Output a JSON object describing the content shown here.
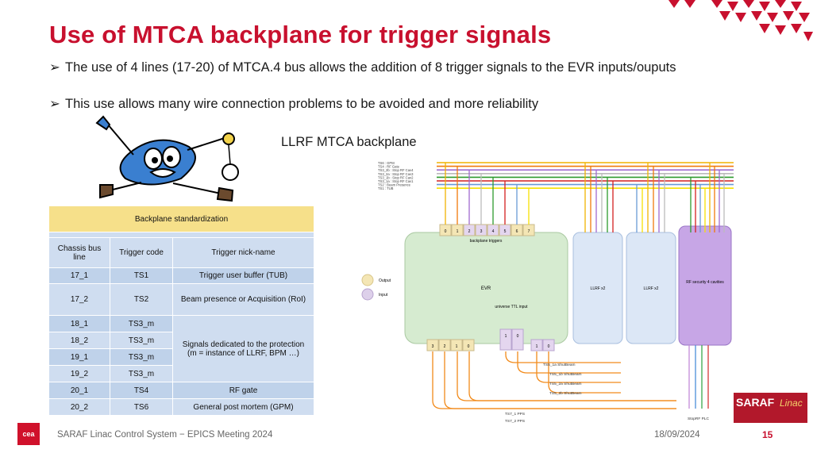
{
  "slide": {
    "title": "Use of MTCA backplane for trigger signals",
    "bullets": [
      "The use of 4 lines  (17-20) of MTCA.4 bus allows the addition of 8 trigger signals to the EVR inputs/ouputs",
      "This use allows many wire connection problems to be avoided and more reliability"
    ],
    "bullet_marker": "➢",
    "diagram_title": "LLRF MTCA backplane"
  },
  "table": {
    "header": "Backplane standardization",
    "columns": [
      "Chassis bus line",
      "Trigger code",
      "Trigger nick-name"
    ],
    "rows": [
      {
        "line": "17_1",
        "code": "TS1",
        "nick": "Trigger user buffer (TUB)"
      },
      {
        "line": "17_2",
        "code": "TS2",
        "nick": "Beam presence or Acquisition (RoI)"
      },
      {
        "line": "18_1",
        "code": "TS3_m"
      },
      {
        "line": "18_2",
        "code": "TS3_m"
      },
      {
        "line": "19_1",
        "code": "TS3_m"
      },
      {
        "line": "19_2",
        "code": "TS3_m"
      },
      {
        "line": "20_1",
        "code": "TS4",
        "nick": "RF gate"
      },
      {
        "line": "20_2",
        "code": "TS6",
        "nick": "General post mortem (GPM)"
      }
    ],
    "merged_nick": "Signals dedicated to the protection (m = instance of LLRF, BPM …)"
  },
  "diagram": {
    "legend_lines": [
      "TS6 : GPM",
      "TS4 : RF Gate",
      "TS3_2b : Stop RF Cav4",
      "TS3_2a : Stop RF Cav3",
      "TS3_1b : Stop RF Cav2",
      "TS3_1a : Stop RF Cav1",
      "TS2 : Beam Presence",
      "TS1 : TUB"
    ],
    "top_ports": [
      "0",
      "1",
      "2",
      "3",
      "4",
      "5",
      "6",
      "7"
    ],
    "bottom_ports_left": [
      "3",
      "2",
      "1",
      "0"
    ],
    "bottom_ports_right": [
      "1",
      "0"
    ],
    "universe_ports": [
      "1",
      "0"
    ],
    "backplane_triggers_label": "backplane triggers",
    "evr_label": "EVR",
    "universe_label": "universe TTL input",
    "llrf1_label": "LLRF x2",
    "llrf2_label": "LLRF x2",
    "rfsec_label": "RF security 4 cavities",
    "output_label": "Output",
    "input_label": "Input",
    "shut_labels": [
      "TS5_1a ShutBeam",
      "TS5_1b ShutBeam",
      "TS5_2a ShutBeam",
      "TS5_2b ShutBeam"
    ],
    "ps_labels": [
      "TS7_1 PPS",
      "TS7_2 PPS"
    ],
    "stoprf_label": "StopRF PLC",
    "line_colors": [
      "#f0b400",
      "#f07a0a",
      "#a06ad0",
      "#bbbbbb",
      "#2e9a2e",
      "#d42020",
      "#6a9ad6",
      "#f6e000"
    ]
  },
  "footer": {
    "text": "SARAF Linac Control System − EPICS Meeting 2024",
    "date": "18/09/2024",
    "page": "15",
    "cea_logo": "cea",
    "saraf_logo": "SARAF",
    "saraf_sub": "Linac"
  }
}
